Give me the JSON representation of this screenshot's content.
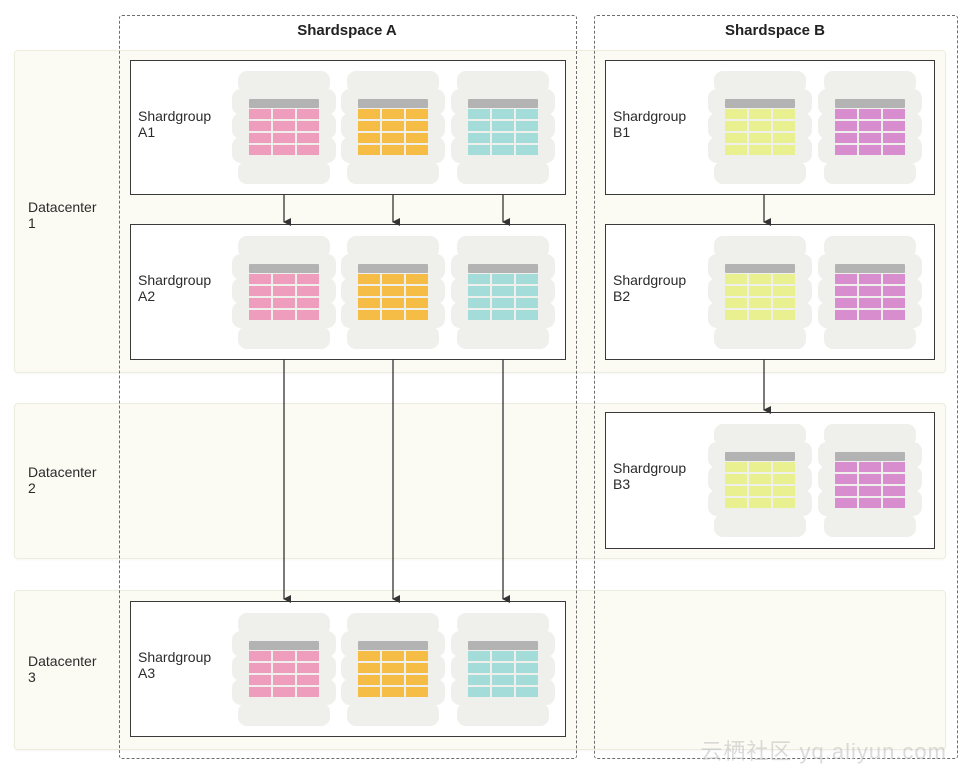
{
  "colors": {
    "pink": "#ef9dbc",
    "orange": "#f5bd45",
    "teal": "#a4dcda",
    "lime": "#e9f08f",
    "magenta": "#d78dce"
  },
  "datacenters": [
    {
      "label": "Datacenter\n1"
    },
    {
      "label": "Datacenter\n2"
    },
    {
      "label": "Datacenter\n3"
    }
  ],
  "shardspaces": [
    {
      "label": "Shardspace A"
    },
    {
      "label": "Shardspace B"
    }
  ],
  "shardgroups": [
    {
      "label": "Shardgroup\nA1",
      "shards": [
        "pink",
        "orange",
        "teal"
      ]
    },
    {
      "label": "Shardgroup\nA2",
      "shards": [
        "pink",
        "orange",
        "teal"
      ]
    },
    {
      "label": "Shardgroup\nA3",
      "shards": [
        "pink",
        "orange",
        "teal"
      ]
    },
    {
      "label": "Shardgroup\nB1",
      "shards": [
        "lime",
        "magenta"
      ]
    },
    {
      "label": "Shardgroup\nB2",
      "shards": [
        "lime",
        "magenta"
      ]
    },
    {
      "label": "Shardgroup\nB3",
      "shards": [
        "lime",
        "magenta"
      ]
    }
  ],
  "replication": [
    {
      "from": "A1",
      "to": "A2"
    },
    {
      "from": "A2",
      "to": "A3"
    },
    {
      "from": "B1",
      "to": "B2"
    },
    {
      "from": "B2",
      "to": "B3"
    }
  ],
  "watermark": "云栖社区 yq.aliyun.com"
}
